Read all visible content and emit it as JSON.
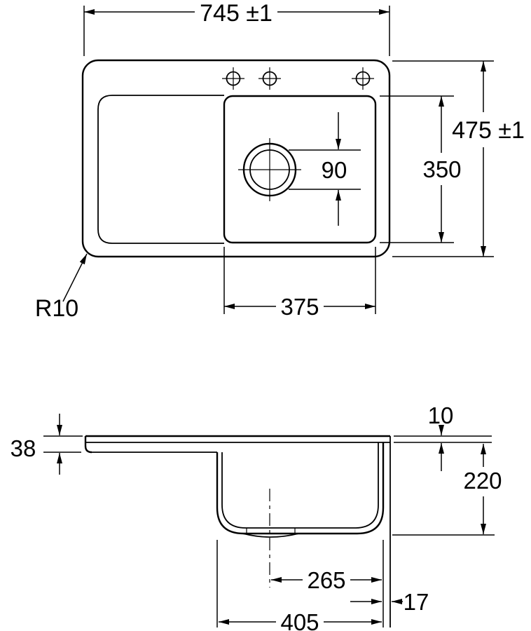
{
  "colors": {
    "line": "#000000",
    "background": "#ffffff"
  },
  "top_view": {
    "overall_width": "745 ±1",
    "overall_depth": "475 ±1",
    "bowl_depth": "350",
    "drain_diameter": "90",
    "bowl_width": "375",
    "corner_radius": "R10"
  },
  "side_view": {
    "rim_front_height": "38",
    "rim_top_height": "10",
    "bowl_depth": "220",
    "drain_center_offset": "265",
    "bowl_outer_width": "405",
    "edge_offset": "17"
  }
}
